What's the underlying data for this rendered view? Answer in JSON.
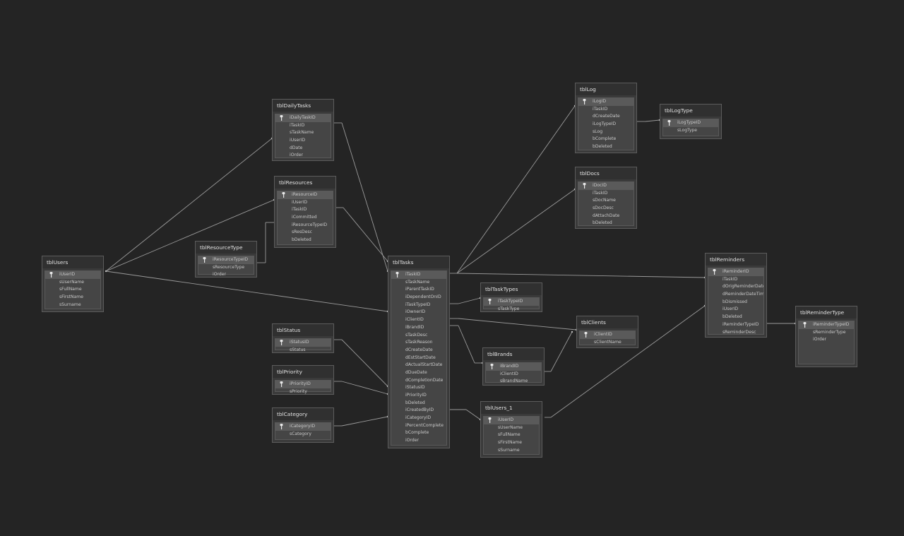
{
  "colors": {
    "background": "#242424",
    "table_fill": "#3a3a3a",
    "table_border": "#5c5c5c",
    "field_area": "#454545",
    "pk_highlight": "#5a5a5a",
    "link_line": "#9a9a9a"
  },
  "tables": [
    {
      "id": "tblUsers",
      "title": "tblUsers",
      "fields": [
        "iUserID",
        "sUserName",
        "sFullName",
        "sFirstName",
        "sSurname"
      ],
      "pk": [
        0
      ]
    },
    {
      "id": "tblDailyTasks",
      "title": "tblDailyTasks",
      "fields": [
        "iDailyTaskID",
        "iTaskID",
        "sTaskName",
        "iUserID",
        "dDate",
        "iOrder"
      ],
      "pk": [
        0
      ]
    },
    {
      "id": "tblResources",
      "title": "tblResources",
      "fields": [
        "iResourceID",
        "iUserID",
        "iTaskID",
        "iCommitted",
        "iResourceTypeID",
        "sResDesc",
        "bDeleted"
      ],
      "pk": [
        0
      ]
    },
    {
      "id": "tblResourceType",
      "title": "tblResourceType",
      "fields": [
        "iResourceTypeID",
        "sResourceType",
        "iOrder"
      ],
      "pk": [
        0
      ]
    },
    {
      "id": "tblStatus",
      "title": "tblStatus",
      "fields": [
        "iStatusID",
        "sStatus"
      ],
      "pk": [
        0
      ]
    },
    {
      "id": "tblPriority",
      "title": "tblPriority",
      "fields": [
        "iPriorityID",
        "sPriority"
      ],
      "pk": [
        0
      ]
    },
    {
      "id": "tblCategory",
      "title": "tblCategory",
      "fields": [
        "iCategoryID",
        "sCategory"
      ],
      "pk": [
        0
      ]
    },
    {
      "id": "tblTasks",
      "title": "tblTasks",
      "fields": [
        "iTaskID",
        "sTaskName",
        "iParentTaskID",
        "iDependentOnID",
        "iTaskTypeID",
        "iOwnerID",
        "iClientID",
        "iBrandID",
        "sTaskDesc",
        "sTaskReason",
        "dCreateDate",
        "dEstStartDate",
        "dActualStartDate",
        "dDueDate",
        "dCompletionDate",
        "iStatusID",
        "iPriorityID",
        "bDeleted",
        "iCreatedByID",
        "iCategoryID",
        "iPercentComplete",
        "bComplete",
        "iOrder"
      ],
      "pk": [
        0
      ]
    },
    {
      "id": "tblTaskTypes",
      "title": "tblTaskTypes",
      "fields": [
        "iTaskTypeID",
        "sTaskType"
      ],
      "pk": [
        0
      ]
    },
    {
      "id": "tblClients",
      "title": "tblClients",
      "fields": [
        "iClientID",
        "sClientName"
      ],
      "pk": [
        0
      ]
    },
    {
      "id": "tblBrands",
      "title": "tblBrands",
      "fields": [
        "iBrandID",
        "iClientID",
        "sBrandName"
      ],
      "pk": [
        0
      ]
    },
    {
      "id": "tblUsers_1",
      "title": "tblUsers_1",
      "fields": [
        "iUserID",
        "sUserName",
        "sFullName",
        "sFirstName",
        "sSurname"
      ],
      "pk": [
        0
      ]
    },
    {
      "id": "tblLog",
      "title": "tblLog",
      "fields": [
        "iLogID",
        "iTaskID",
        "dCreateDate",
        "iLogTypeID",
        "sLog",
        "bComplete",
        "bDeleted"
      ],
      "pk": [
        0
      ]
    },
    {
      "id": "tblLogType",
      "title": "tblLogType",
      "fields": [
        "iLogTypeID",
        "sLogType"
      ],
      "pk": [
        0
      ]
    },
    {
      "id": "tblDocs",
      "title": "tblDocs",
      "fields": [
        "iDocID",
        "iTaskID",
        "sDocName",
        "sDocDesc",
        "dAttachDate",
        "bDeleted"
      ],
      "pk": [
        0
      ]
    },
    {
      "id": "tblReminders",
      "title": "tblReminders",
      "fields": [
        "iReminderID",
        "iTaskID",
        "dOrigReminderDateTime",
        "dReminderDateTime",
        "bDismissed",
        "iUserID",
        "bDeleted",
        "iReminderTypeID",
        "sReminderDesc"
      ],
      "pk": [
        0
      ]
    },
    {
      "id": "tblReminderType",
      "title": "tblReminderType",
      "fields": [
        "iReminderTypeID",
        "sReminderType",
        "iOrder"
      ],
      "pk": [
        0
      ]
    }
  ]
}
